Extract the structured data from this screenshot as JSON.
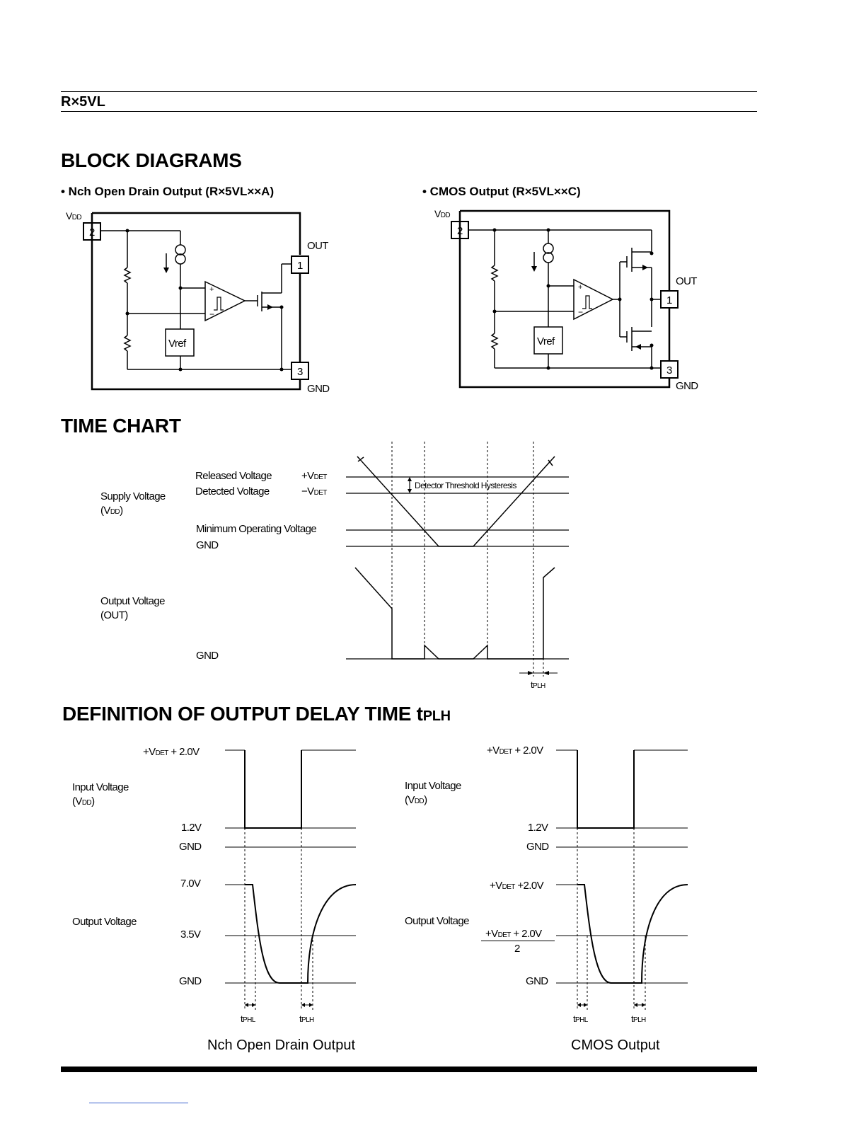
{
  "header": {
    "part_number": "R×5VL"
  },
  "sections": {
    "block_diagrams": "BLOCK DIAGRAMS",
    "time_chart": "TIME CHART",
    "delay_title": "DEFINITION OF OUTPUT DELAY TIME",
    "delay_title_sym": "t",
    "delay_title_sub": "PLH"
  },
  "block_nch": {
    "title": "• Nch Open Drain Output (R×5VL××A)",
    "vdd": "V",
    "vdd_sub": "DD",
    "pin_vdd": "2",
    "pin_out": "1",
    "pin_gnd": "3",
    "out": "OUT",
    "gnd": "GND",
    "vref": "Vref"
  },
  "block_cmos": {
    "title": "• CMOS Output (R×5VL××C)",
    "vdd": "V",
    "vdd_sub": "DD",
    "pin_vdd": "2",
    "pin_out": "1",
    "pin_gnd": "3",
    "out": "OUT",
    "gnd": "GND",
    "vref": "Vref"
  },
  "time_chart": {
    "supply": "Supply Voltage",
    "supply_sub": "(V",
    "supply_sub2": "DD",
    "supply_sub3": ")",
    "released": "Released Voltage",
    "released_sym": "+V",
    "released_sub": "DET",
    "detected": "Detected Voltage",
    "detected_sym": "−V",
    "detected_sub": "DET",
    "min_op": "Minimum Operating Voltage",
    "gnd1": "GND",
    "output": "Output Voltage",
    "output_sub": "(OUT)",
    "gnd2": "GND",
    "hysteresis": "Detector Threshold Hysteresis",
    "tplh": "t",
    "tplh_sub": "PLH"
  },
  "delay_nch": {
    "vtop": "+V",
    "vtop_sub": "DET",
    "vtop_rest": "+ 2.0V",
    "input": "Input Voltage",
    "input_sub": "(V",
    "input_sub2": "DD",
    "input_sub3": ")",
    "v12": "1.2V",
    "gnd_in": "GND",
    "v70": "7.0V",
    "output": "Output Voltage",
    "v35": "3.5V",
    "gnd_out": "GND",
    "tphl": "t",
    "tphl_sub": "PHL",
    "tplh": "t",
    "tplh_sub": "PLH",
    "caption": "Nch Open Drain Output"
  },
  "delay_cmos": {
    "vtop": "+V",
    "vtop_sub": "DET",
    "vtop_rest": "+ 2.0V",
    "input": "Input Voltage",
    "input_sub": "(V",
    "input_sub2": "DD",
    "input_sub3": ")",
    "v12": "1.2V",
    "gnd_in": "GND",
    "vout": "+V",
    "vout_sub": "DET",
    "vout_rest": "+2.0V",
    "output": "Output Voltage",
    "frac_num": "+V",
    "frac_num_sub": "DET",
    "frac_num_rest": "+ 2.0V",
    "frac_den": "2",
    "gnd_out": "GND",
    "tphl": "t",
    "tphl_sub": "PHL",
    "tplh": "t",
    "tplh_sub": "PLH",
    "caption": "CMOS Output"
  }
}
